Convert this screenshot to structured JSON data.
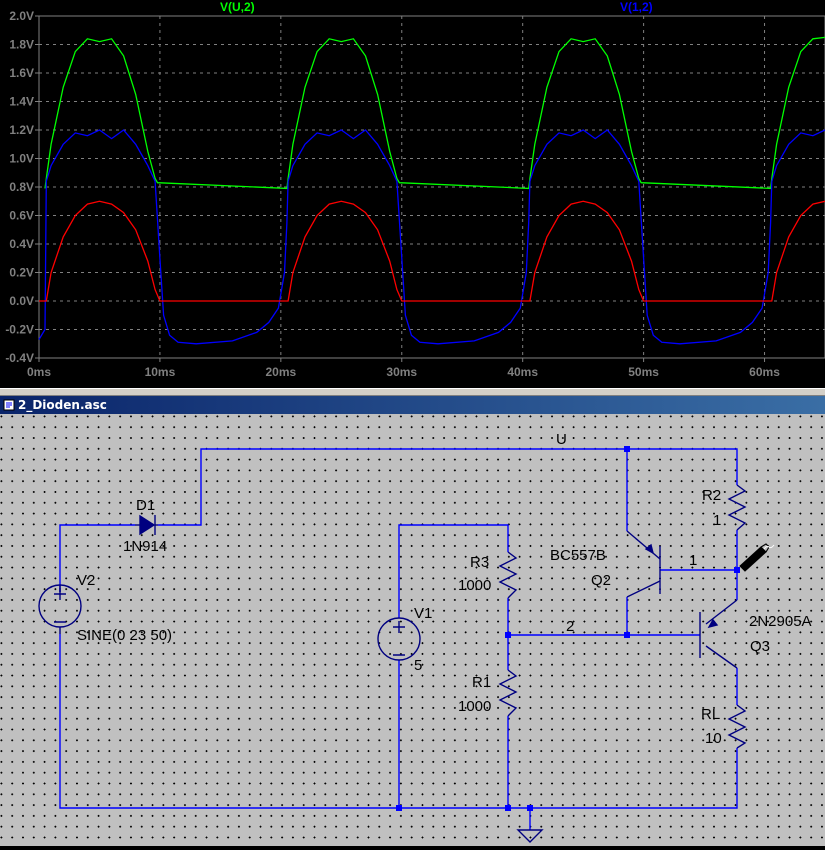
{
  "waveform": {
    "trace_labels": [
      {
        "text": "V(U,2)",
        "color": "#00ff00"
      },
      {
        "text": "V(1,2)",
        "color": "#0000ff"
      }
    ]
  },
  "chart_data": {
    "type": "line",
    "title": "",
    "xlabel": "",
    "ylabel": "",
    "xlim": [
      0,
      65
    ],
    "ylim": [
      -0.4,
      2.0
    ],
    "grid": true,
    "x_ticks": [
      "0ms",
      "10ms",
      "20ms",
      "30ms",
      "40ms",
      "50ms",
      "60ms"
    ],
    "y_ticks": [
      "2.0V",
      "1.8V",
      "1.6V",
      "1.4V",
      "1.2V",
      "1.0V",
      "0.8V",
      "0.6V",
      "0.4V",
      "0.2V",
      "0.0V",
      "-0.2V",
      "-0.4V"
    ],
    "series": [
      {
        "name": "V(U,2)",
        "color": "#00ff00",
        "x": [
          0.5,
          0.6,
          1,
          2,
          3,
          4,
          5,
          6,
          7,
          8,
          9,
          9.6,
          9.8,
          20.5,
          20.6,
          21,
          22,
          23,
          24,
          25,
          26,
          27,
          28,
          29,
          29.6,
          29.8,
          40.5,
          40.6,
          41,
          42,
          43,
          44,
          45,
          46,
          47,
          48,
          49,
          49.6,
          49.8,
          60.5,
          60.6,
          61,
          62,
          63,
          64,
          65
        ],
        "values": [
          0.79,
          0.86,
          1.1,
          1.5,
          1.75,
          1.84,
          1.82,
          1.84,
          1.72,
          1.45,
          1.05,
          0.86,
          0.83,
          0.79,
          0.86,
          1.1,
          1.5,
          1.75,
          1.84,
          1.82,
          1.84,
          1.72,
          1.45,
          1.05,
          0.86,
          0.83,
          0.79,
          0.86,
          1.1,
          1.5,
          1.75,
          1.84,
          1.82,
          1.84,
          1.72,
          1.45,
          1.05,
          0.86,
          0.83,
          0.79,
          0.86,
          1.1,
          1.5,
          1.75,
          1.84,
          1.85
        ]
      },
      {
        "name": "V(1,2)",
        "color": "#0000ff",
        "x": [
          0,
          0.5,
          0.6,
          1,
          2,
          3,
          4,
          5,
          6,
          7,
          8,
          9,
          9.6,
          10,
          10.3,
          10.8,
          11.5,
          13,
          16,
          18,
          19,
          19.8,
          20.3,
          20.5,
          20.6,
          21,
          22,
          23,
          24,
          25,
          26,
          27,
          28,
          29,
          29.6,
          30,
          30.3,
          30.8,
          31.5,
          33,
          36,
          38,
          39,
          39.8,
          40.3,
          40.5,
          40.6,
          41,
          42,
          43,
          44,
          45,
          46,
          47,
          48,
          49,
          49.6,
          50,
          50.3,
          50.8,
          51.5,
          53,
          56,
          58,
          59,
          59.8,
          60.3,
          60.5,
          60.6,
          61,
          62,
          63,
          64,
          65
        ],
        "values": [
          -0.27,
          -0.2,
          0.84,
          0.95,
          1.1,
          1.18,
          1.16,
          1.2,
          1.14,
          1.2,
          1.1,
          0.95,
          0.84,
          0.3,
          -0.1,
          -0.24,
          -0.29,
          -0.3,
          -0.28,
          -0.22,
          -0.15,
          -0.05,
          0.2,
          0.55,
          0.84,
          0.95,
          1.1,
          1.18,
          1.16,
          1.2,
          1.14,
          1.2,
          1.1,
          0.95,
          0.84,
          0.3,
          -0.1,
          -0.24,
          -0.29,
          -0.3,
          -0.28,
          -0.22,
          -0.15,
          -0.05,
          0.2,
          0.55,
          0.84,
          0.95,
          1.1,
          1.18,
          1.16,
          1.2,
          1.14,
          1.2,
          1.1,
          0.95,
          0.84,
          0.3,
          -0.1,
          -0.24,
          -0.29,
          -0.3,
          -0.28,
          -0.22,
          -0.15,
          -0.05,
          0.2,
          0.55,
          0.84,
          0.95,
          1.1,
          1.18,
          1.16,
          1.2
        ]
      },
      {
        "name": "",
        "color": "#ff0000",
        "x": [
          0,
          0.6,
          1,
          2,
          3,
          4,
          5,
          6,
          7,
          8,
          9,
          9.6,
          10,
          20,
          20.6,
          21,
          22,
          23,
          24,
          25,
          26,
          27,
          28,
          29,
          29.6,
          30,
          40,
          40.6,
          41,
          42,
          43,
          44,
          45,
          46,
          47,
          48,
          49,
          49.6,
          50,
          60,
          60.6,
          61,
          62,
          63,
          64,
          65
        ],
        "values": [
          0,
          0,
          0.2,
          0.45,
          0.6,
          0.68,
          0.7,
          0.68,
          0.62,
          0.5,
          0.28,
          0.08,
          0,
          0,
          0,
          0.2,
          0.45,
          0.6,
          0.68,
          0.7,
          0.68,
          0.62,
          0.5,
          0.28,
          0.08,
          0,
          0,
          0,
          0.2,
          0.45,
          0.6,
          0.68,
          0.7,
          0.68,
          0.62,
          0.5,
          0.28,
          0.08,
          0,
          0,
          0,
          0.2,
          0.45,
          0.6,
          0.68,
          0.7
        ]
      }
    ]
  },
  "schematic": {
    "window_title": "2_Dioden.asc",
    "colors": {
      "wire": "#0000ff",
      "component": "#000080",
      "background": "#c0c0c0",
      "junction": "#0000ff"
    },
    "components": {
      "d1": {
        "ref": "D1",
        "value": "1N914"
      },
      "v2": {
        "ref": "V2",
        "value": "SINE(0 23 50)"
      },
      "v1": {
        "ref": "V1",
        "value": "5"
      },
      "r3": {
        "ref": "R3",
        "value": "1000"
      },
      "r1": {
        "ref": "R1",
        "value": "1000"
      },
      "r2": {
        "ref": "R2",
        "value": "1"
      },
      "rl": {
        "ref": "RL",
        "value": "10"
      },
      "q2": {
        "ref": "Q2",
        "value": "BC557B"
      },
      "q3": {
        "ref": "Q3",
        "value": "2N2905A"
      }
    },
    "net_labels": {
      "u": "U",
      "n1": "1",
      "n2": "2"
    },
    "icons": [
      "probe-cursor-icon",
      "ground-icon"
    ]
  }
}
